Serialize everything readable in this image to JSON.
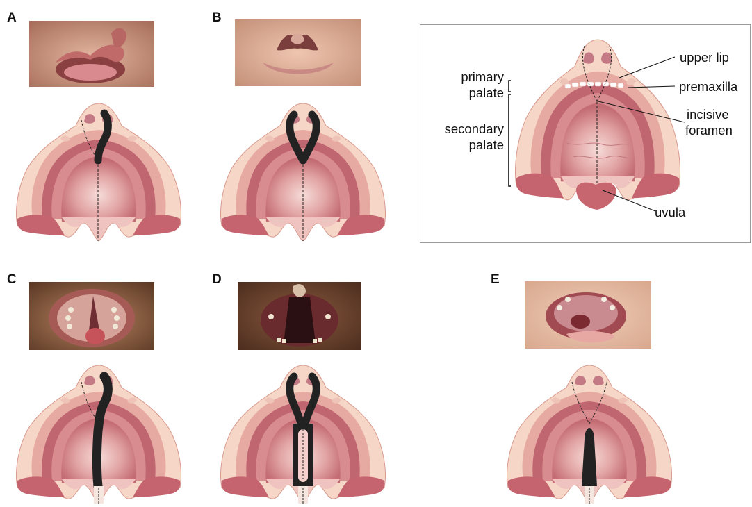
{
  "panels": [
    {
      "letter": "A"
    },
    {
      "letter": "B"
    },
    {
      "letter": "C"
    },
    {
      "letter": "D"
    },
    {
      "letter": "E"
    }
  ],
  "anatomy_labels": {
    "upper_lip": "upper lip",
    "premaxilla": "premaxilla",
    "incisive_line1": "incisive",
    "incisive_line2": "foramen",
    "uvula": "uvula",
    "primary_line1": "primary",
    "primary_line2": "palate",
    "secondary_line1": "secondary",
    "secondary_line2": "palate"
  },
  "colors": {
    "palate_outer": "#f6d6c6",
    "palate_ridge": "#e9b0a6",
    "palate_mid": "#c77178",
    "palate_deep": "#b55863",
    "palate_center": "#f3d0cc",
    "cleft": "#222222",
    "skin": "#c99480"
  }
}
